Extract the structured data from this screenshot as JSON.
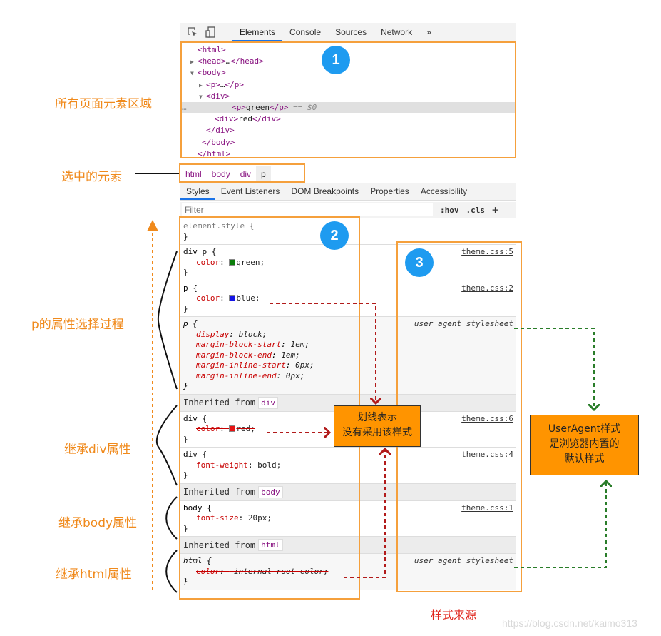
{
  "devtools": {
    "tabs": [
      "Elements",
      "Console",
      "Sources",
      "Network",
      "»"
    ],
    "active_tab": "Elements",
    "dom_tree": [
      {
        "text_parts": [
          [
            "br",
            "<"
          ],
          [
            "tag",
            "html"
          ],
          [
            "br",
            ">"
          ]
        ],
        "indent": 0,
        "toggle": ""
      },
      {
        "text_parts": [
          [
            "br",
            "<"
          ],
          [
            "tag",
            "head"
          ],
          [
            "br",
            ">"
          ],
          [
            "plain",
            "…"
          ],
          [
            "br",
            "</"
          ],
          [
            "tag",
            "head"
          ],
          [
            "br",
            ">"
          ]
        ],
        "indent": 0,
        "toggle": "▶"
      },
      {
        "text_parts": [
          [
            "br",
            "<"
          ],
          [
            "tag",
            "body"
          ],
          [
            "br",
            ">"
          ]
        ],
        "indent": 0,
        "toggle": "▼"
      },
      {
        "text_parts": [
          [
            "br",
            "<"
          ],
          [
            "tag",
            "p"
          ],
          [
            "br",
            ">"
          ],
          [
            "plain",
            "…"
          ],
          [
            "br",
            "</"
          ],
          [
            "tag",
            "p"
          ],
          [
            "br",
            ">"
          ]
        ],
        "indent": 1,
        "toggle": "▶"
      },
      {
        "text_parts": [
          [
            "br",
            "<"
          ],
          [
            "tag",
            "div"
          ],
          [
            "br",
            ">"
          ]
        ],
        "indent": 1,
        "toggle": "▼"
      },
      {
        "text_parts": [
          [
            "br",
            "<"
          ],
          [
            "tag",
            "p"
          ],
          [
            "br",
            ">"
          ],
          [
            "plain",
            "green"
          ],
          [
            "br",
            "</"
          ],
          [
            "tag",
            "p"
          ],
          [
            "br",
            ">"
          ],
          [
            "dim",
            " == $0"
          ]
        ],
        "indent": 2,
        "toggle": "",
        "selected": true
      },
      {
        "text_parts": [
          [
            "br",
            "<"
          ],
          [
            "tag",
            "div"
          ],
          [
            "br",
            ">"
          ],
          [
            "plain",
            "red"
          ],
          [
            "br",
            "</"
          ],
          [
            "tag",
            "div"
          ],
          [
            "br",
            ">"
          ]
        ],
        "indent": 2,
        "toggle": ""
      },
      {
        "text_parts": [
          [
            "br",
            "</"
          ],
          [
            "tag",
            "div"
          ],
          [
            "br",
            ">"
          ]
        ],
        "indent": 1,
        "toggle": ""
      },
      {
        "text_parts": [
          [
            "br",
            "</"
          ],
          [
            "tag",
            "body"
          ],
          [
            "br",
            ">"
          ]
        ],
        "indent": 0.5,
        "toggle": ""
      },
      {
        "text_parts": [
          [
            "br",
            "</"
          ],
          [
            "tag",
            "html"
          ],
          [
            "br",
            ">"
          ]
        ],
        "indent": 0,
        "toggle": ""
      }
    ],
    "breadcrumbs": [
      "html",
      "body",
      "div",
      "p"
    ],
    "subtabs": [
      "Styles",
      "Event Listeners",
      "DOM Breakpoints",
      "Properties",
      "Accessibility"
    ],
    "filter_placeholder": "Filter",
    "hov": ":hov",
    "cls": ".cls",
    "plus": "+"
  },
  "styles": {
    "element_style": "element.style {",
    "rules": [
      {
        "selector": "div p {",
        "source": "theme.css:5",
        "decls": [
          {
            "prop": "color",
            "value": "green",
            "swatch": "#0a7d0a",
            "struck": false
          }
        ]
      },
      {
        "selector": "p {",
        "source": "theme.css:2",
        "decls": [
          {
            "prop": "color",
            "value": "blue",
            "swatch": "#1414e6",
            "struck": true
          }
        ]
      },
      {
        "selector": "p {",
        "source": "user agent stylesheet",
        "ua": true,
        "decls": [
          {
            "prop": "display",
            "value": "block"
          },
          {
            "prop": "margin-block-start",
            "value": "1em"
          },
          {
            "prop": "margin-block-end",
            "value": "1em"
          },
          {
            "prop": "margin-inline-start",
            "value": "0px"
          },
          {
            "prop": "margin-inline-end",
            "value": "0px"
          }
        ]
      }
    ],
    "inherited_label": "Inherited from",
    "inherited": [
      {
        "from": "div",
        "rules": [
          {
            "selector": "div {",
            "source": "theme.css:6",
            "decls": [
              {
                "prop": "color",
                "value": "red",
                "swatch": "#e61414",
                "struck": true
              }
            ]
          },
          {
            "selector": "div {",
            "source": "theme.css:4",
            "decls": [
              {
                "prop": "font-weight",
                "value": "bold"
              }
            ]
          }
        ]
      },
      {
        "from": "body",
        "rules": [
          {
            "selector": "body {",
            "source": "theme.css:1",
            "decls": [
              {
                "prop": "font-size",
                "value": "20px"
              }
            ]
          }
        ]
      },
      {
        "from": "html",
        "rules": [
          {
            "selector": "html {",
            "source": "user agent stylesheet",
            "ua": true,
            "decls": [
              {
                "prop": "color",
                "value": "-internal-root-color",
                "struck": true
              }
            ]
          }
        ]
      }
    ]
  },
  "annotations": {
    "circle1": "1",
    "circle2": "2",
    "circle3": "3",
    "all_elements": "所有页面元素区域",
    "selected_element": "选中的元素",
    "p_selection": "p的属性选择过程",
    "inherit_div": "继承div属性",
    "inherit_body": "继承body属性",
    "inherit_html": "继承html属性",
    "strike_note_1": "划线表示",
    "strike_note_2": "没有采用该样式",
    "ua_note_1": "UserAgent样式",
    "ua_note_2": "是浏览器内置的",
    "ua_note_3": "默认样式",
    "style_source": "样式来源",
    "watermark": "https://blog.csdn.net/kaimo313"
  },
  "colors": {
    "accent_orange": "#f5a03c",
    "note_orange": "#ff9400",
    "circle_blue": "#1e9bf0",
    "tag_purple": "#881280",
    "prop_red": "#c80000",
    "arrow_red": "#b21b1b",
    "arrow_green": "#2a7d2a"
  }
}
